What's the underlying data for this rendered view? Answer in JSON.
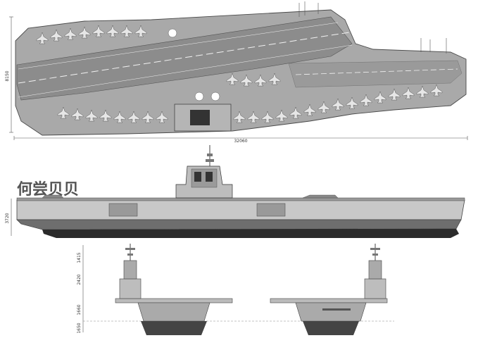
{
  "drawing": {
    "watermark": "何尝贝贝",
    "corner_mark": "",
    "plan_view": {
      "length_label": "32060",
      "width_label": "8150",
      "flight_deck_color": "#8c8c8c",
      "deck_line_color": "#f2f2f2"
    },
    "side_view": {
      "draft_label": "3720",
      "hull_color": "#c8c8c8",
      "lower_hull_color": "#6e6e6e",
      "boot_color": "#2b2b2b"
    },
    "front_view": {
      "dims": [
        "1415",
        "2420",
        "1660",
        "1650"
      ]
    }
  }
}
